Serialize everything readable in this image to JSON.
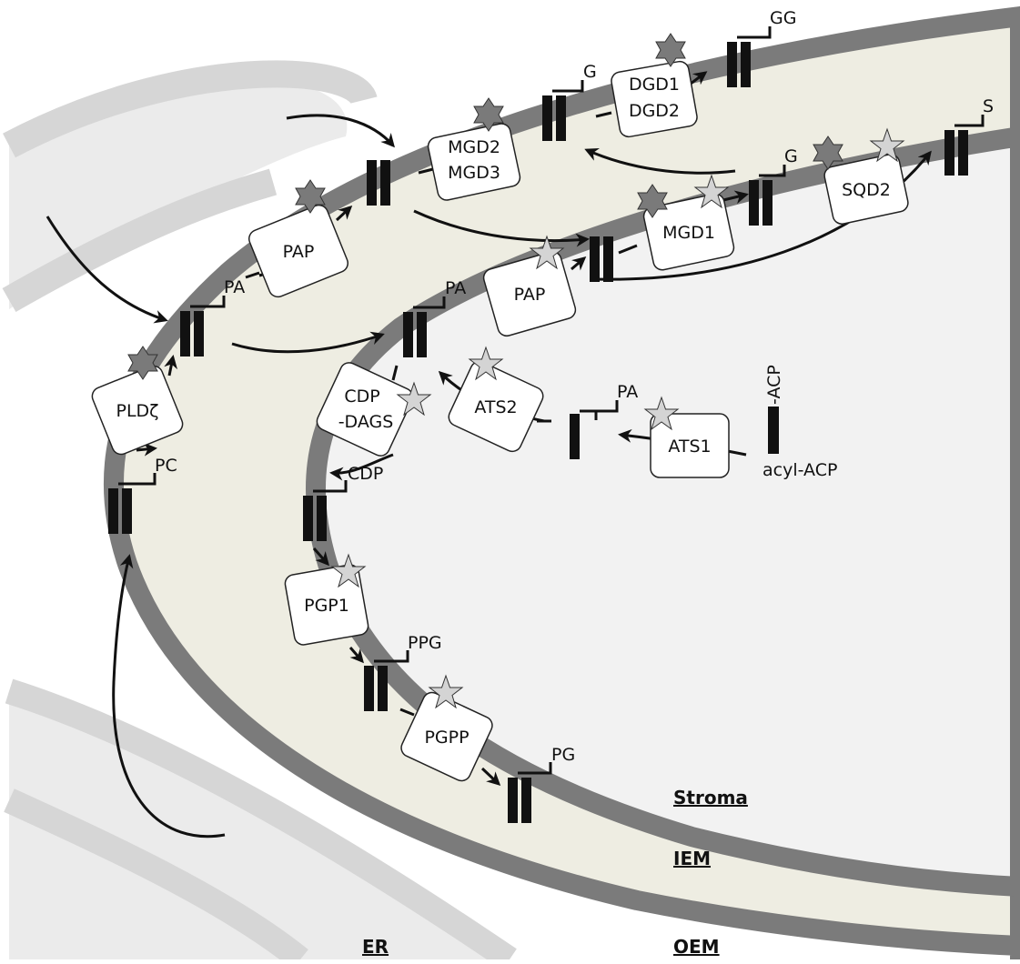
{
  "regions": {
    "stroma": "Stroma",
    "iem": "IEM",
    "oem": "OEM",
    "er": "ER"
  },
  "enzymes": {
    "pld": "PLDζ",
    "pap_outer": "PAP",
    "mgd23_a": "MGD2",
    "mgd23_b": "MGD3",
    "dgd_a": "DGD1",
    "dgd_b": "DGD2",
    "mgd1": "MGD1",
    "sqd2": "SQD2",
    "pap_inner": "PAP",
    "cdp_a": "CDP",
    "cdp_b": "-DAGS",
    "ats2": "ATS2",
    "ats1": "ATS1",
    "pgp1": "PGP1",
    "pgpp": "PGPP"
  },
  "lipids": {
    "pc": "PC",
    "pa_outer": "PA",
    "g_outer": "G",
    "gg": "GG",
    "pa_inner": "PA",
    "g_inner": "G",
    "s": "S",
    "pa_free": "PA",
    "acp": "-ACP",
    "acyl_acp": "acyl-ACP",
    "cdp": "CDP",
    "ppg": "PPG",
    "pg": "PG"
  },
  "colors": {
    "membrane": "#7b7b7b",
    "intermembrane": "#eeede2",
    "stroma": "#f2f2f2",
    "er_band": "#d6d6d6",
    "lipid": "#111111",
    "star_dark": "#7a7a7a",
    "star_light": "#d4d4d4"
  }
}
